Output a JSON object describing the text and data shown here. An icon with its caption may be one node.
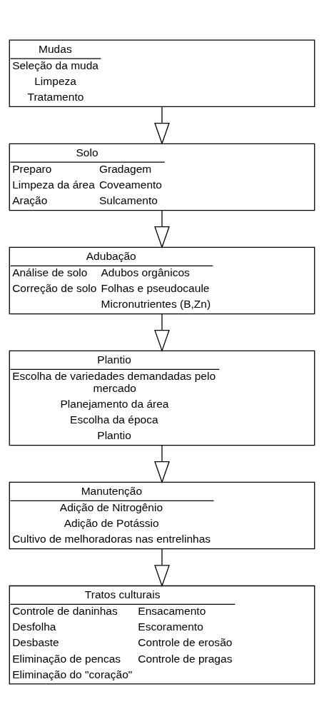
{
  "diagram": {
    "nodes": [
      {
        "text": [
          "Mudas",
          "Seleção da muda",
          "Limpeza",
          "Tratamento"
        ]
      },
      {
        "text": [
          "Solo",
          "Preparo",
          "Limpeza da área",
          "Aração",
          "Gradagem",
          "Coveamento",
          "Sulcamento"
        ]
      },
      {
        "text": [
          "Adubação",
          "Análise de solo",
          "Correção de solo",
          "Adubos orgânicos",
          "Folhas e pseudocaule",
          "Micronutrientes (B,Zn)"
        ]
      },
      {
        "text": [
          "Plantio",
          "Escolha de variedades demandadas pelo mercado",
          "Planejamento da área",
          "Escolha da época",
          "Plantio"
        ]
      },
      {
        "text": [
          "Manutenção",
          "Adição de Nitrogênio",
          "Adição de Potássio",
          "Cultivo de melhoradoras nas entrelinhas"
        ]
      },
      {
        "text": [
          "Tratos culturais",
          "Controle de daninhas",
          "Desfolha",
          "Desbaste",
          "Eliminação de pencas",
          "Eliminação do \"coração\"",
          "Ensacamento",
          "Escoramento",
          "Controle de erosão",
          "Controle de pragas"
        ]
      }
    ],
    "edges": [
      {
        "from": 0,
        "to": 1,
        "arrow": "to"
      },
      {
        "from": 1,
        "to": 2,
        "arrow": "to"
      },
      {
        "from": 2,
        "to": 3,
        "arrow": "to"
      },
      {
        "from": 3,
        "to": 4,
        "arrow": "to"
      },
      {
        "from": 4,
        "to": 5,
        "arrow": "to"
      }
    ]
  }
}
